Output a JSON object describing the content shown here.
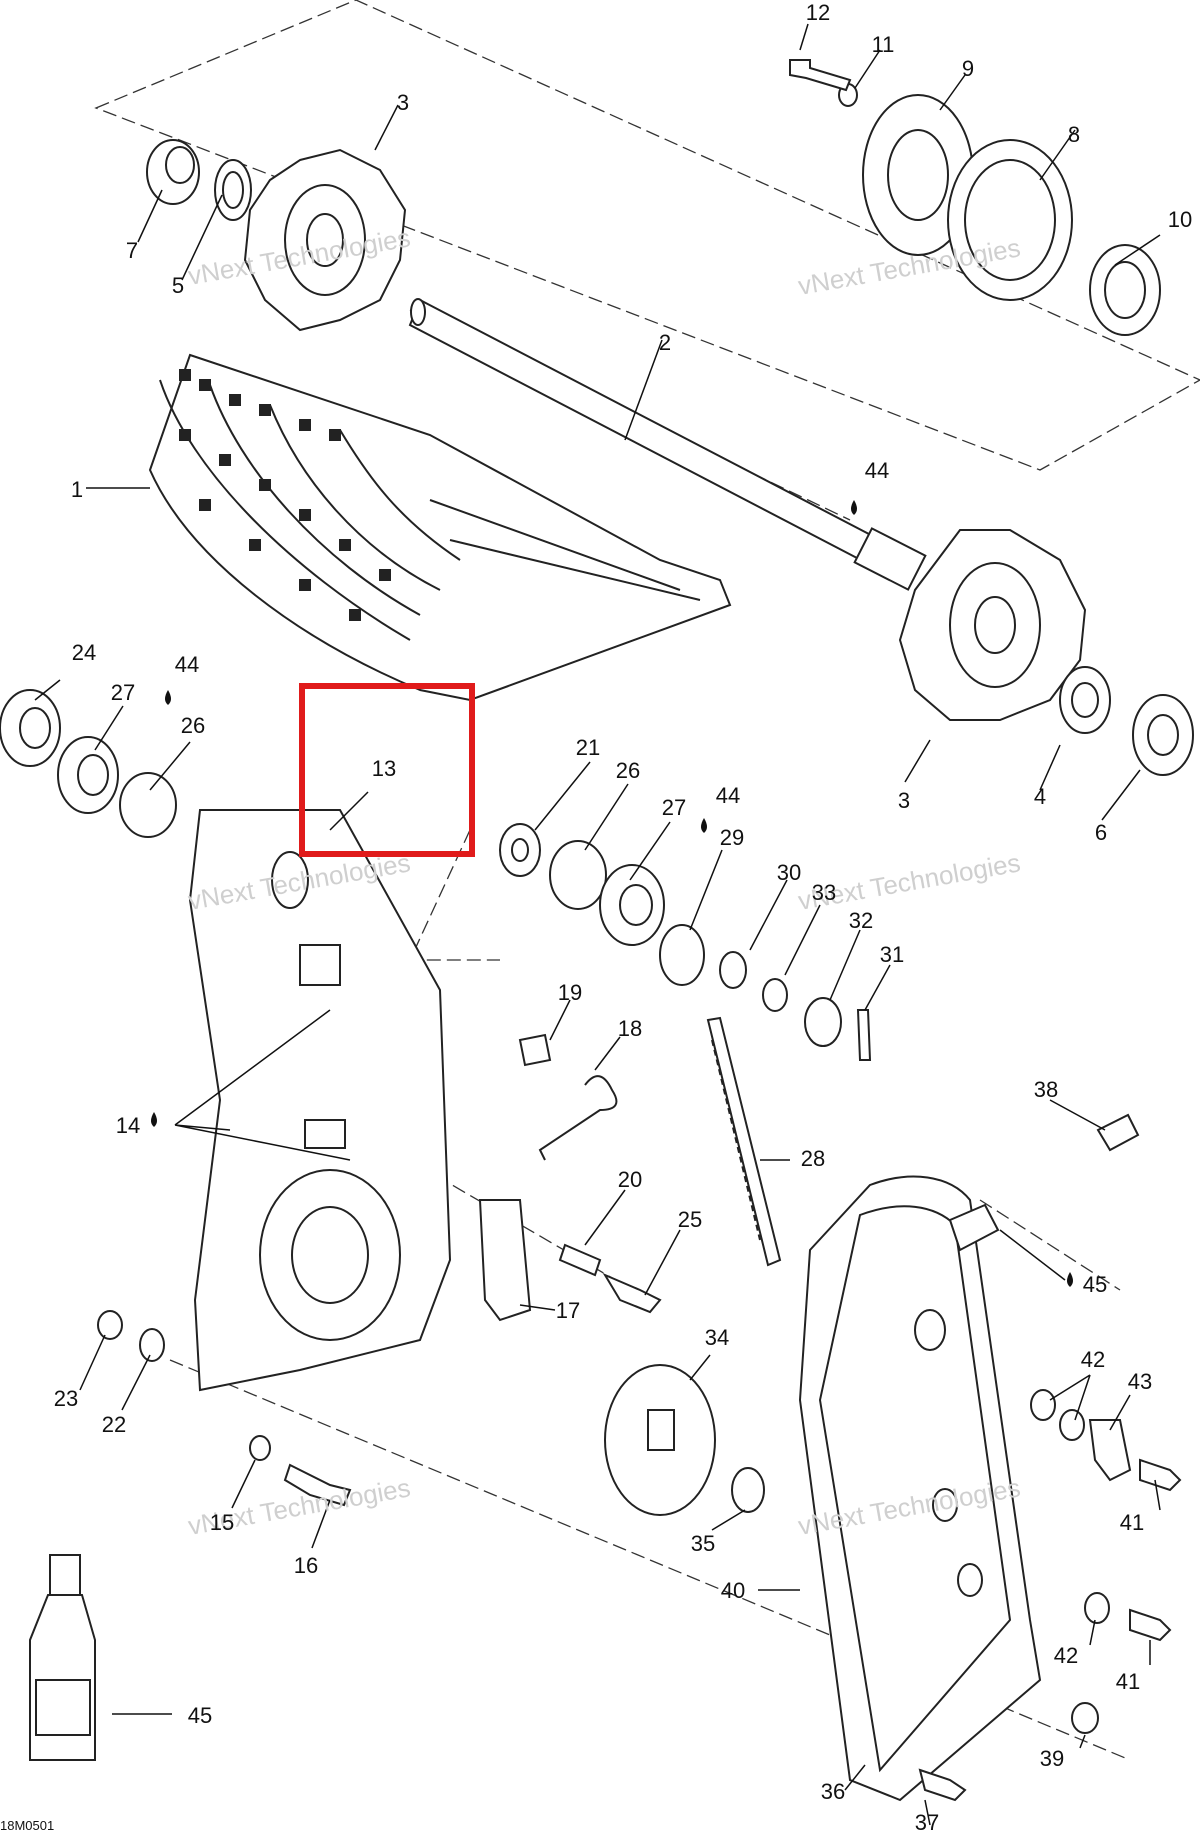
{
  "diagram": {
    "figure_ref": "18M0501",
    "watermark": "vNext Technologies",
    "highlight_part": "13",
    "highlight_color": "#e01b1b",
    "callouts": [
      {
        "id": "c12",
        "label": "12"
      },
      {
        "id": "c11",
        "label": "11"
      },
      {
        "id": "c9",
        "label": "9"
      },
      {
        "id": "c8",
        "label": "8"
      },
      {
        "id": "c10",
        "label": "10"
      },
      {
        "id": "c3a",
        "label": "3"
      },
      {
        "id": "c7",
        "label": "7"
      },
      {
        "id": "c5",
        "label": "5"
      },
      {
        "id": "c2",
        "label": "2"
      },
      {
        "id": "c1",
        "label": "1"
      },
      {
        "id": "c44a",
        "label": "44"
      },
      {
        "id": "c24",
        "label": "24"
      },
      {
        "id": "c27a",
        "label": "27"
      },
      {
        "id": "c44b",
        "label": "44"
      },
      {
        "id": "c26a",
        "label": "26"
      },
      {
        "id": "c13",
        "label": "13"
      },
      {
        "id": "c21",
        "label": "21"
      },
      {
        "id": "c26b",
        "label": "26"
      },
      {
        "id": "c27b",
        "label": "27"
      },
      {
        "id": "c44c",
        "label": "44"
      },
      {
        "id": "c29",
        "label": "29"
      },
      {
        "id": "c3b",
        "label": "3"
      },
      {
        "id": "c4",
        "label": "4"
      },
      {
        "id": "c6",
        "label": "6"
      },
      {
        "id": "c30",
        "label": "30"
      },
      {
        "id": "c33",
        "label": "33"
      },
      {
        "id": "c32",
        "label": "32"
      },
      {
        "id": "c31",
        "label": "31"
      },
      {
        "id": "c19",
        "label": "19"
      },
      {
        "id": "c18",
        "label": "18"
      },
      {
        "id": "c14",
        "label": "14"
      },
      {
        "id": "c28",
        "label": "28"
      },
      {
        "id": "c38",
        "label": "38"
      },
      {
        "id": "c20",
        "label": "20"
      },
      {
        "id": "c25",
        "label": "25"
      },
      {
        "id": "c45a",
        "label": "45"
      },
      {
        "id": "c17",
        "label": "17"
      },
      {
        "id": "c34",
        "label": "34"
      },
      {
        "id": "c42a",
        "label": "42"
      },
      {
        "id": "c43",
        "label": "43"
      },
      {
        "id": "c23",
        "label": "23"
      },
      {
        "id": "c22",
        "label": "22"
      },
      {
        "id": "c41a",
        "label": "41"
      },
      {
        "id": "c15",
        "label": "15"
      },
      {
        "id": "c16",
        "label": "16"
      },
      {
        "id": "c35",
        "label": "35"
      },
      {
        "id": "c40",
        "label": "40"
      },
      {
        "id": "c42b",
        "label": "42"
      },
      {
        "id": "c41b",
        "label": "41"
      },
      {
        "id": "c45b",
        "label": "45"
      },
      {
        "id": "c39",
        "label": "39"
      },
      {
        "id": "c36",
        "label": "36"
      },
      {
        "id": "c37",
        "label": "37"
      }
    ]
  }
}
